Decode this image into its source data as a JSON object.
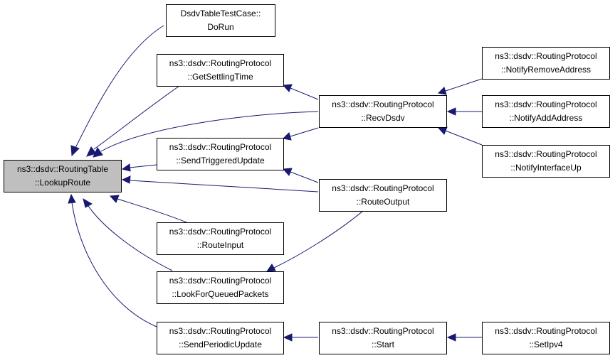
{
  "colors": {
    "edge": "#191970",
    "root_fill": "#bfbfbf",
    "node_fill": "#ffffff",
    "border": "#000000"
  },
  "nodes": {
    "lookup_route": {
      "line1": "ns3::dsdv::RoutingTable",
      "line2": "::LookupRoute"
    },
    "do_run": {
      "line1": "DsdvTableTestCase::",
      "line2": "DoRun"
    },
    "get_settling_time": {
      "line1": "ns3::dsdv::RoutingProtocol",
      "line2": "::GetSettlingTime"
    },
    "send_triggered_update": {
      "line1": "ns3::dsdv::RoutingProtocol",
      "line2": "::SendTriggeredUpdate"
    },
    "route_input": {
      "line1": "ns3::dsdv::RoutingProtocol",
      "line2": "::RouteInput"
    },
    "look_for_queued_packets": {
      "line1": "ns3::dsdv::RoutingProtocol",
      "line2": "::LookForQueuedPackets"
    },
    "send_periodic_update": {
      "line1": "ns3::dsdv::RoutingProtocol",
      "line2": "::SendPeriodicUpdate"
    },
    "recv_dsdv": {
      "line1": "ns3::dsdv::RoutingProtocol",
      "line2": "::RecvDsdv"
    },
    "route_output": {
      "line1": "ns3::dsdv::RoutingProtocol",
      "line2": "::RouteOutput"
    },
    "start": {
      "line1": "ns3::dsdv::RoutingProtocol",
      "line2": "::Start"
    },
    "notify_remove_address": {
      "line1": "ns3::dsdv::RoutingProtocol",
      "line2": "::NotifyRemoveAddress"
    },
    "notify_add_address": {
      "line1": "ns3::dsdv::RoutingProtocol",
      "line2": "::NotifyAddAddress"
    },
    "notify_interface_up": {
      "line1": "ns3::dsdv::RoutingProtocol",
      "line2": "::NotifyInterfaceUp"
    },
    "set_ipv4": {
      "line1": "ns3::dsdv::RoutingProtocol",
      "line2": "::SetIpv4"
    }
  },
  "edges": [
    {
      "from": "do_run",
      "to": "lookup_route"
    },
    {
      "from": "get_settling_time",
      "to": "lookup_route"
    },
    {
      "from": "recv_dsdv",
      "to": "lookup_route"
    },
    {
      "from": "send_triggered_update",
      "to": "lookup_route"
    },
    {
      "from": "route_output",
      "to": "lookup_route"
    },
    {
      "from": "route_input",
      "to": "lookup_route"
    },
    {
      "from": "look_for_queued_packets",
      "to": "lookup_route"
    },
    {
      "from": "send_periodic_update",
      "to": "lookup_route"
    },
    {
      "from": "recv_dsdv",
      "to": "get_settling_time"
    },
    {
      "from": "recv_dsdv",
      "to": "send_triggered_update"
    },
    {
      "from": "route_output",
      "to": "send_triggered_update"
    },
    {
      "from": "route_output",
      "to": "look_for_queued_packets"
    },
    {
      "from": "start",
      "to": "send_periodic_update"
    },
    {
      "from": "notify_remove_address",
      "to": "recv_dsdv"
    },
    {
      "from": "notify_add_address",
      "to": "recv_dsdv"
    },
    {
      "from": "notify_interface_up",
      "to": "recv_dsdv"
    },
    {
      "from": "set_ipv4",
      "to": "start"
    }
  ]
}
